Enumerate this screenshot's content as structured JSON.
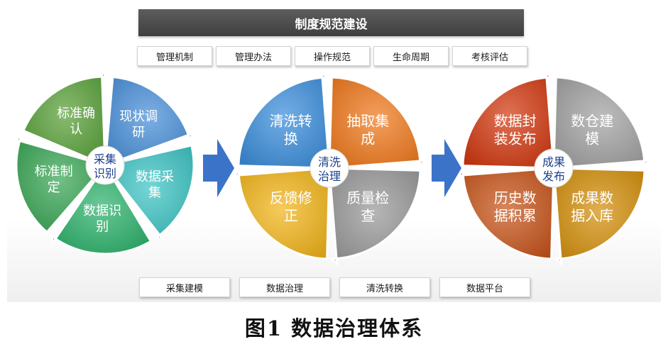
{
  "banner": {
    "title": "制度规范建设"
  },
  "top_tags": [
    "管理机制",
    "管理办法",
    "操作规范",
    "生命周期",
    "考核评估"
  ],
  "bottom_tags": [
    "采集建模",
    "数据治理",
    "清洗转换",
    "数据平台"
  ],
  "cycle1": {
    "center": [
      "采集",
      "识别"
    ],
    "segments": [
      {
        "lines": [
          "现状调",
          "研"
        ],
        "color": "#4a90d9"
      },
      {
        "lines": [
          "数据采",
          "集"
        ],
        "color": "#3fc4c4"
      },
      {
        "lines": [
          "数据识",
          "别"
        ],
        "color": "#2fb36d"
      },
      {
        "lines": [
          "标准制",
          "定"
        ],
        "color": "#3aa655"
      },
      {
        "lines": [
          "标准确",
          "认"
        ],
        "color": "#5aa13a"
      }
    ]
  },
  "cycle2": {
    "center": [
      "清洗",
      "治理"
    ],
    "segments": [
      {
        "lines": [
          "抽取集",
          "成"
        ],
        "color": "#f07a1e"
      },
      {
        "lines": [
          "质量检",
          "查"
        ],
        "color": "#9a9a9a"
      },
      {
        "lines": [
          "反馈修",
          "正"
        ],
        "color": "#f2b61b"
      },
      {
        "lines": [
          "清洗转",
          "换"
        ],
        "color": "#3d8fdc"
      }
    ]
  },
  "cycle3": {
    "center": [
      "成果",
      "发布"
    ],
    "segments": [
      {
        "lines": [
          "数仓建",
          "模"
        ],
        "color": "#a3a3a3"
      },
      {
        "lines": [
          "成果数",
          "据入库"
        ],
        "color": "#d4900e"
      },
      {
        "lines": [
          "历史数",
          "据积累"
        ],
        "color": "#c8561c"
      },
      {
        "lines": [
          "数据封",
          "装发布"
        ],
        "color": "#d23a12"
      }
    ]
  },
  "arrow_color": "#3b73c9",
  "caption": "图1   数据治理体系"
}
